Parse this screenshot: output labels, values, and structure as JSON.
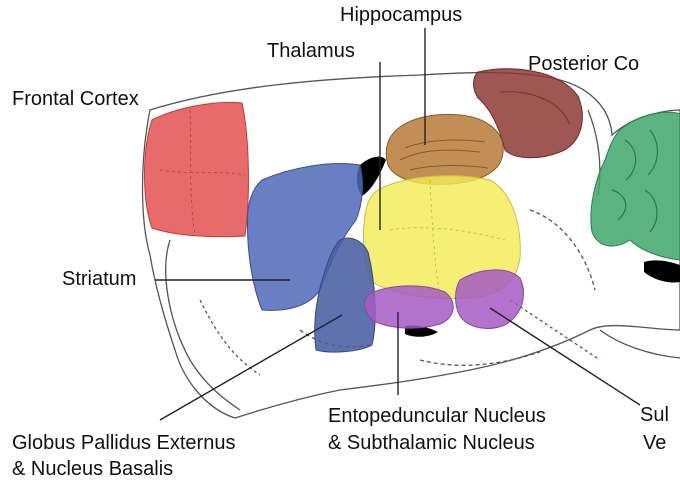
{
  "diagram": {
    "labels": {
      "hippocampus": "Hippocampus",
      "thalamus": "Thalamus",
      "posterior_cortex": "Posterior Co",
      "frontal_cortex": "Frontal Cortex",
      "striatum": "Striatum",
      "gpe_line1": "Globus Pallidus Externus",
      "gpe_line2": "& Nucleus Basalis",
      "ep_line1": "Entopeduncular Nucleus",
      "ep_line2": "& Subthalamic Nucleus",
      "sub_line1": "Sul",
      "sub_line2": "Ve"
    },
    "colors": {
      "frontal_cortex": "#e34a4a",
      "posterior_cortex": "#8e3a36",
      "hippocampus": "#b77a38",
      "thalamus": "#f2ec52",
      "striatum": "#5068b8",
      "globus_pallidus": "#4a5ea2",
      "entopeduncular": "#a65bc3",
      "cerebellum": "#3ea66c",
      "outline": "#555555"
    }
  }
}
